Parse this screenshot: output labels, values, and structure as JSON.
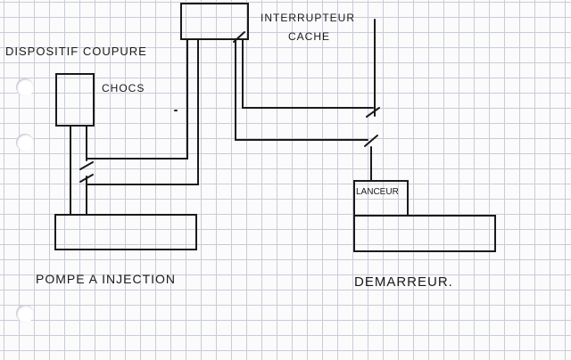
{
  "labels": {
    "dispositif": "DISPOSITIF COUPURE",
    "chocs": "CHOCS",
    "interrupteur": "INTERRUPTEUR",
    "cache": "CACHE",
    "lanceur": "LANCEUR",
    "pompe": "POMPE A INJECTION",
    "demarreur": "DEMARREUR."
  },
  "colors": {
    "ink": "#1a1a1a",
    "grid": "#c9ccd6"
  }
}
